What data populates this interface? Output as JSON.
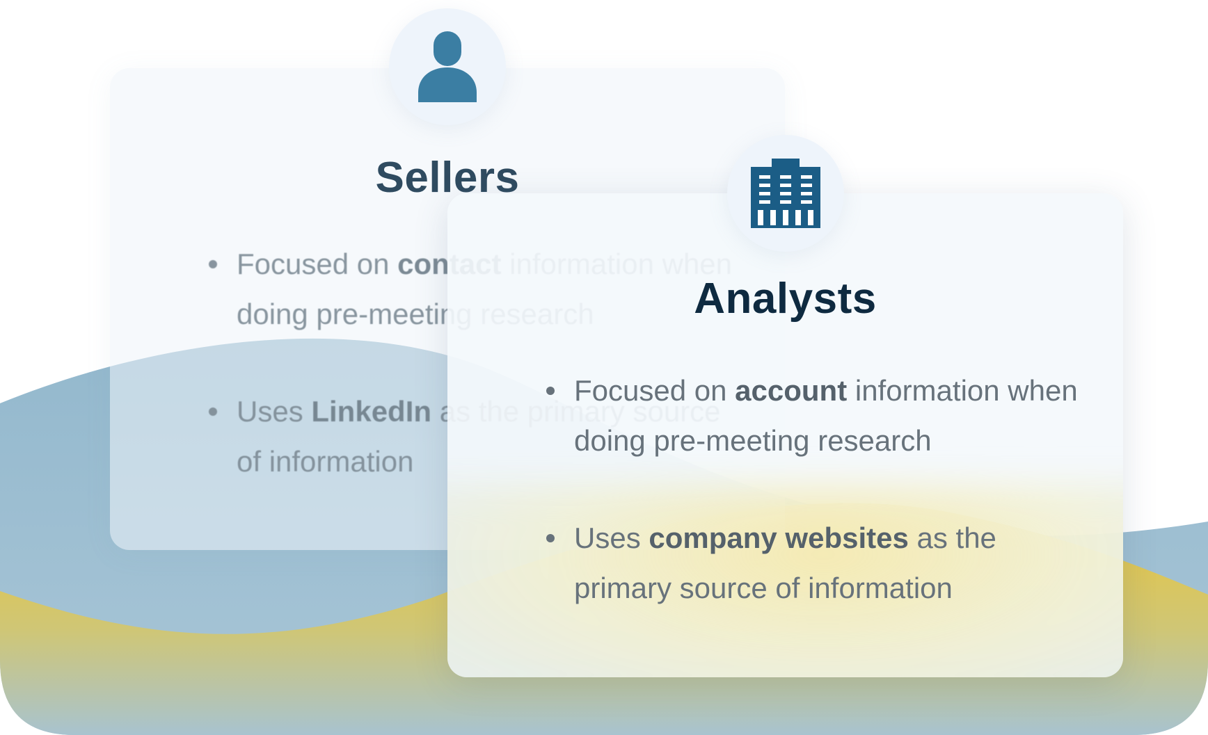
{
  "colors": {
    "wave_blue": "#94b9cf",
    "wave_yellow": "#e9c63c",
    "icon_blue": "#3b7ea3",
    "icon_dark_blue": "#1b5d86",
    "title_dark": "#0e2a40"
  },
  "cards": {
    "sellers": {
      "title": "Sellers",
      "icon": "person-icon",
      "points": [
        {
          "pre": "Focused on ",
          "bold": "contact",
          "post": " information when doing pre-meeting research"
        },
        {
          "pre": "Uses ",
          "bold": "LinkedIn",
          "post": " as the primary source of information"
        }
      ]
    },
    "analysts": {
      "title": "Analysts",
      "icon": "building-icon",
      "points": [
        {
          "pre": "Focused on ",
          "bold": "account",
          "post": " information when doing pre-meeting research"
        },
        {
          "pre": "Uses ",
          "bold": "company websites",
          "post": " as the primary source of information"
        }
      ]
    }
  }
}
